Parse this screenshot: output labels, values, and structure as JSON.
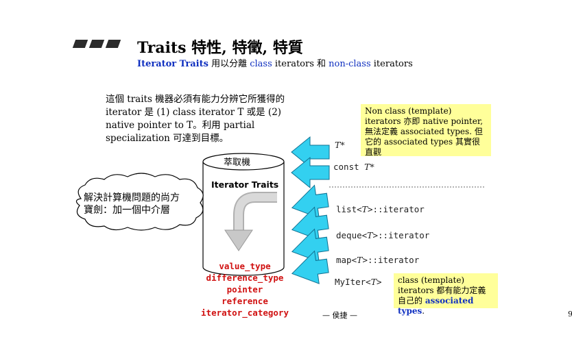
{
  "header": {
    "title": "Traits   特性, 特徵, 特質",
    "subtitle_parts": [
      "Iterator Traits",
      " 用以分離 ",
      "class",
      " iterators 和 ",
      "non-class",
      " iterators"
    ]
  },
  "body_text": "這個 traits 機器必須有能力分辨它所獲得的 iterator 是 (1) class iterator T 或是 (2) native pointer to T。利用 partial specialization 可達到目標。",
  "cylinder": {
    "top_label": "萃取機",
    "label": "Iterator Traits"
  },
  "cloud": {
    "line1": "解決計算機問題的尚方",
    "line2": "寶劍：加一個中介層"
  },
  "types_top": [
    {
      "pre": "",
      "param": "T*",
      "post": ""
    },
    {
      "pre": "const ",
      "param": "T*",
      "post": ""
    }
  ],
  "types_bottom": [
    {
      "pre": "list<",
      "param": "T",
      "post": ">::iterator"
    },
    {
      "pre": "deque<",
      "param": "T",
      "post": ">::iterator"
    },
    {
      "pre": "map<",
      "param": "T",
      "post": ">::iterator"
    },
    {
      "pre": "MyIter<",
      "param": "T",
      "post": ">"
    }
  ],
  "note_top": "Non class (template) iterators 亦即 native pointer, 無法定義 associated types. 但它的 associated types 其實很直觀",
  "note_bottom": {
    "text": "class (template) iterators 都有能力定義自己的 ",
    "emphasis": "associated types",
    "tail": "."
  },
  "associated": [
    "value_type",
    "difference_type",
    "pointer",
    "reference",
    "iterator_category"
  ],
  "footer": "— 侯捷 —",
  "page_number": "9",
  "colors": {
    "arrow": "#33d0f0",
    "note_bg": "#ffff9a",
    "red": "#d01010",
    "blue": "#1030c0"
  }
}
